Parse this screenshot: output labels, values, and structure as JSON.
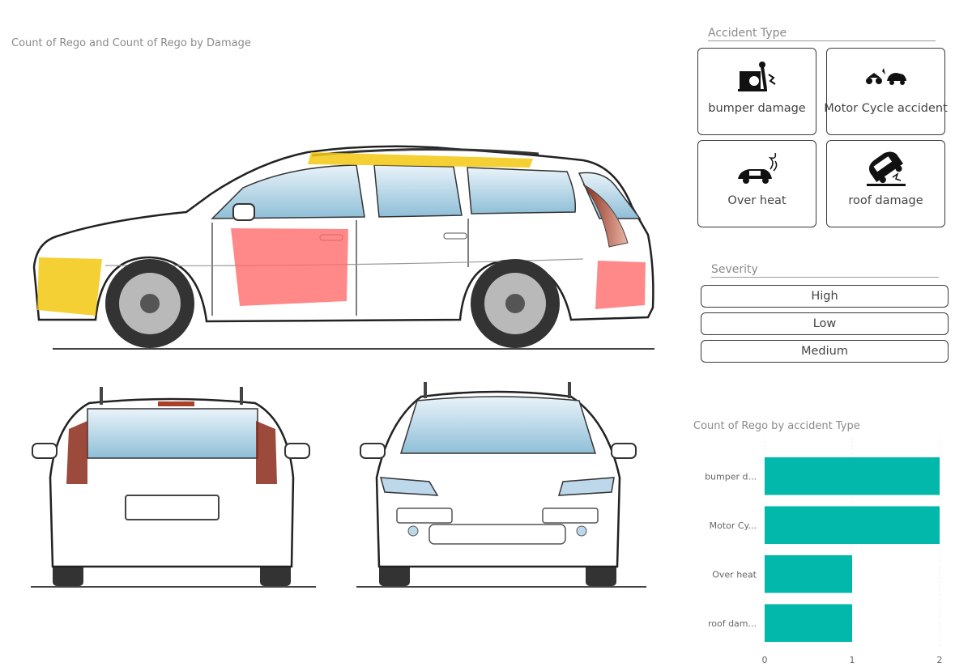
{
  "car_visual": {
    "title": "Count of Rego and Count of Rego by Damage",
    "damage_colors": {
      "high": "#ff6b6b",
      "medium": "#f2c811"
    }
  },
  "accident_slicer": {
    "header": "Accident Type",
    "tiles": [
      {
        "label": "bumper damage",
        "icon": "bumper-damage-icon"
      },
      {
        "label": "Motor Cycle accident",
        "icon": "motorcycle-accident-icon"
      },
      {
        "label": "Over heat",
        "icon": "overheat-car-icon"
      },
      {
        "label": "roof damage",
        "icon": "rollover-car-icon"
      }
    ]
  },
  "severity_slicer": {
    "header": "Severity",
    "options": [
      "High",
      "Low",
      "Medium"
    ]
  },
  "chart_data": {
    "type": "bar",
    "orientation": "horizontal",
    "title": "Count of Rego by accident Type",
    "categories": [
      "bumper d...",
      "Motor Cy...",
      "Over heat",
      "roof dam..."
    ],
    "values": [
      2,
      2,
      1,
      1
    ],
    "xlim": [
      0,
      2
    ],
    "xticks": [
      "0",
      "1",
      "2"
    ],
    "color": "#01b8aa",
    "grid": true
  }
}
